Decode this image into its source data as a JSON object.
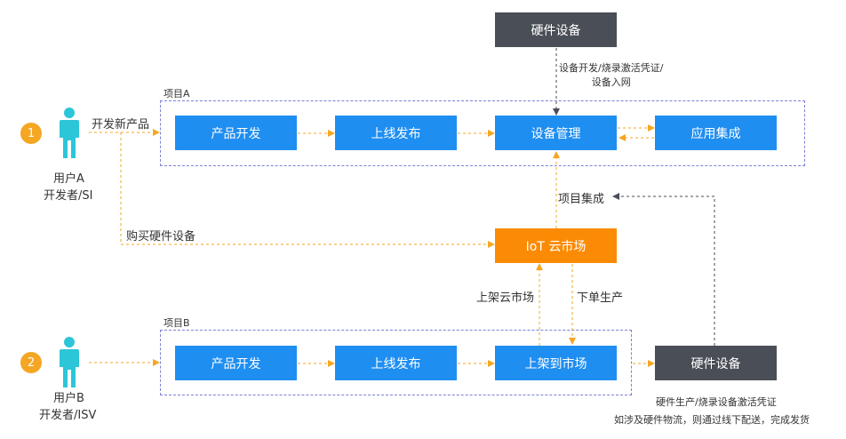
{
  "colors": {
    "blue": "#1f8ef1",
    "dark": "#4a4e57",
    "orange": "#fb8b04",
    "arrow_orange": "#f5a623",
    "arrow_dark": "#4a4e57",
    "frame": "#7b7fd8",
    "user_icon": "#2cc6d8"
  },
  "top_hardware": {
    "label": "硬件设备"
  },
  "top_hardware_note": {
    "line1": "设备开发/烧录激活凭证/",
    "line2": "设备入网"
  },
  "project_a": {
    "title": "项目A",
    "boxes": [
      "产品开发",
      "上线发布",
      "设备管理",
      "应用集成"
    ]
  },
  "project_b": {
    "title": "项目B",
    "boxes": [
      "产品开发",
      "上线发布",
      "上架到市场"
    ]
  },
  "user_a": {
    "badge": "1",
    "name": "用户A",
    "role": "开发者/SI",
    "action": "开发新产品"
  },
  "user_b": {
    "badge": "2",
    "name": "用户B",
    "role": "开发者/ISV"
  },
  "market": {
    "label": "IoT 云市场"
  },
  "labels": {
    "buy_hardware": "购买硬件设备",
    "project_integration": "项目集成",
    "list_on_market": "上架云市场",
    "place_order": "下单生产"
  },
  "bottom_hardware": {
    "label": "硬件设备"
  },
  "bottom_note": {
    "line1": "硬件生产/烧录设备激活凭证",
    "line2": "如涉及硬件物流，则通过线下配送，完成发货"
  }
}
